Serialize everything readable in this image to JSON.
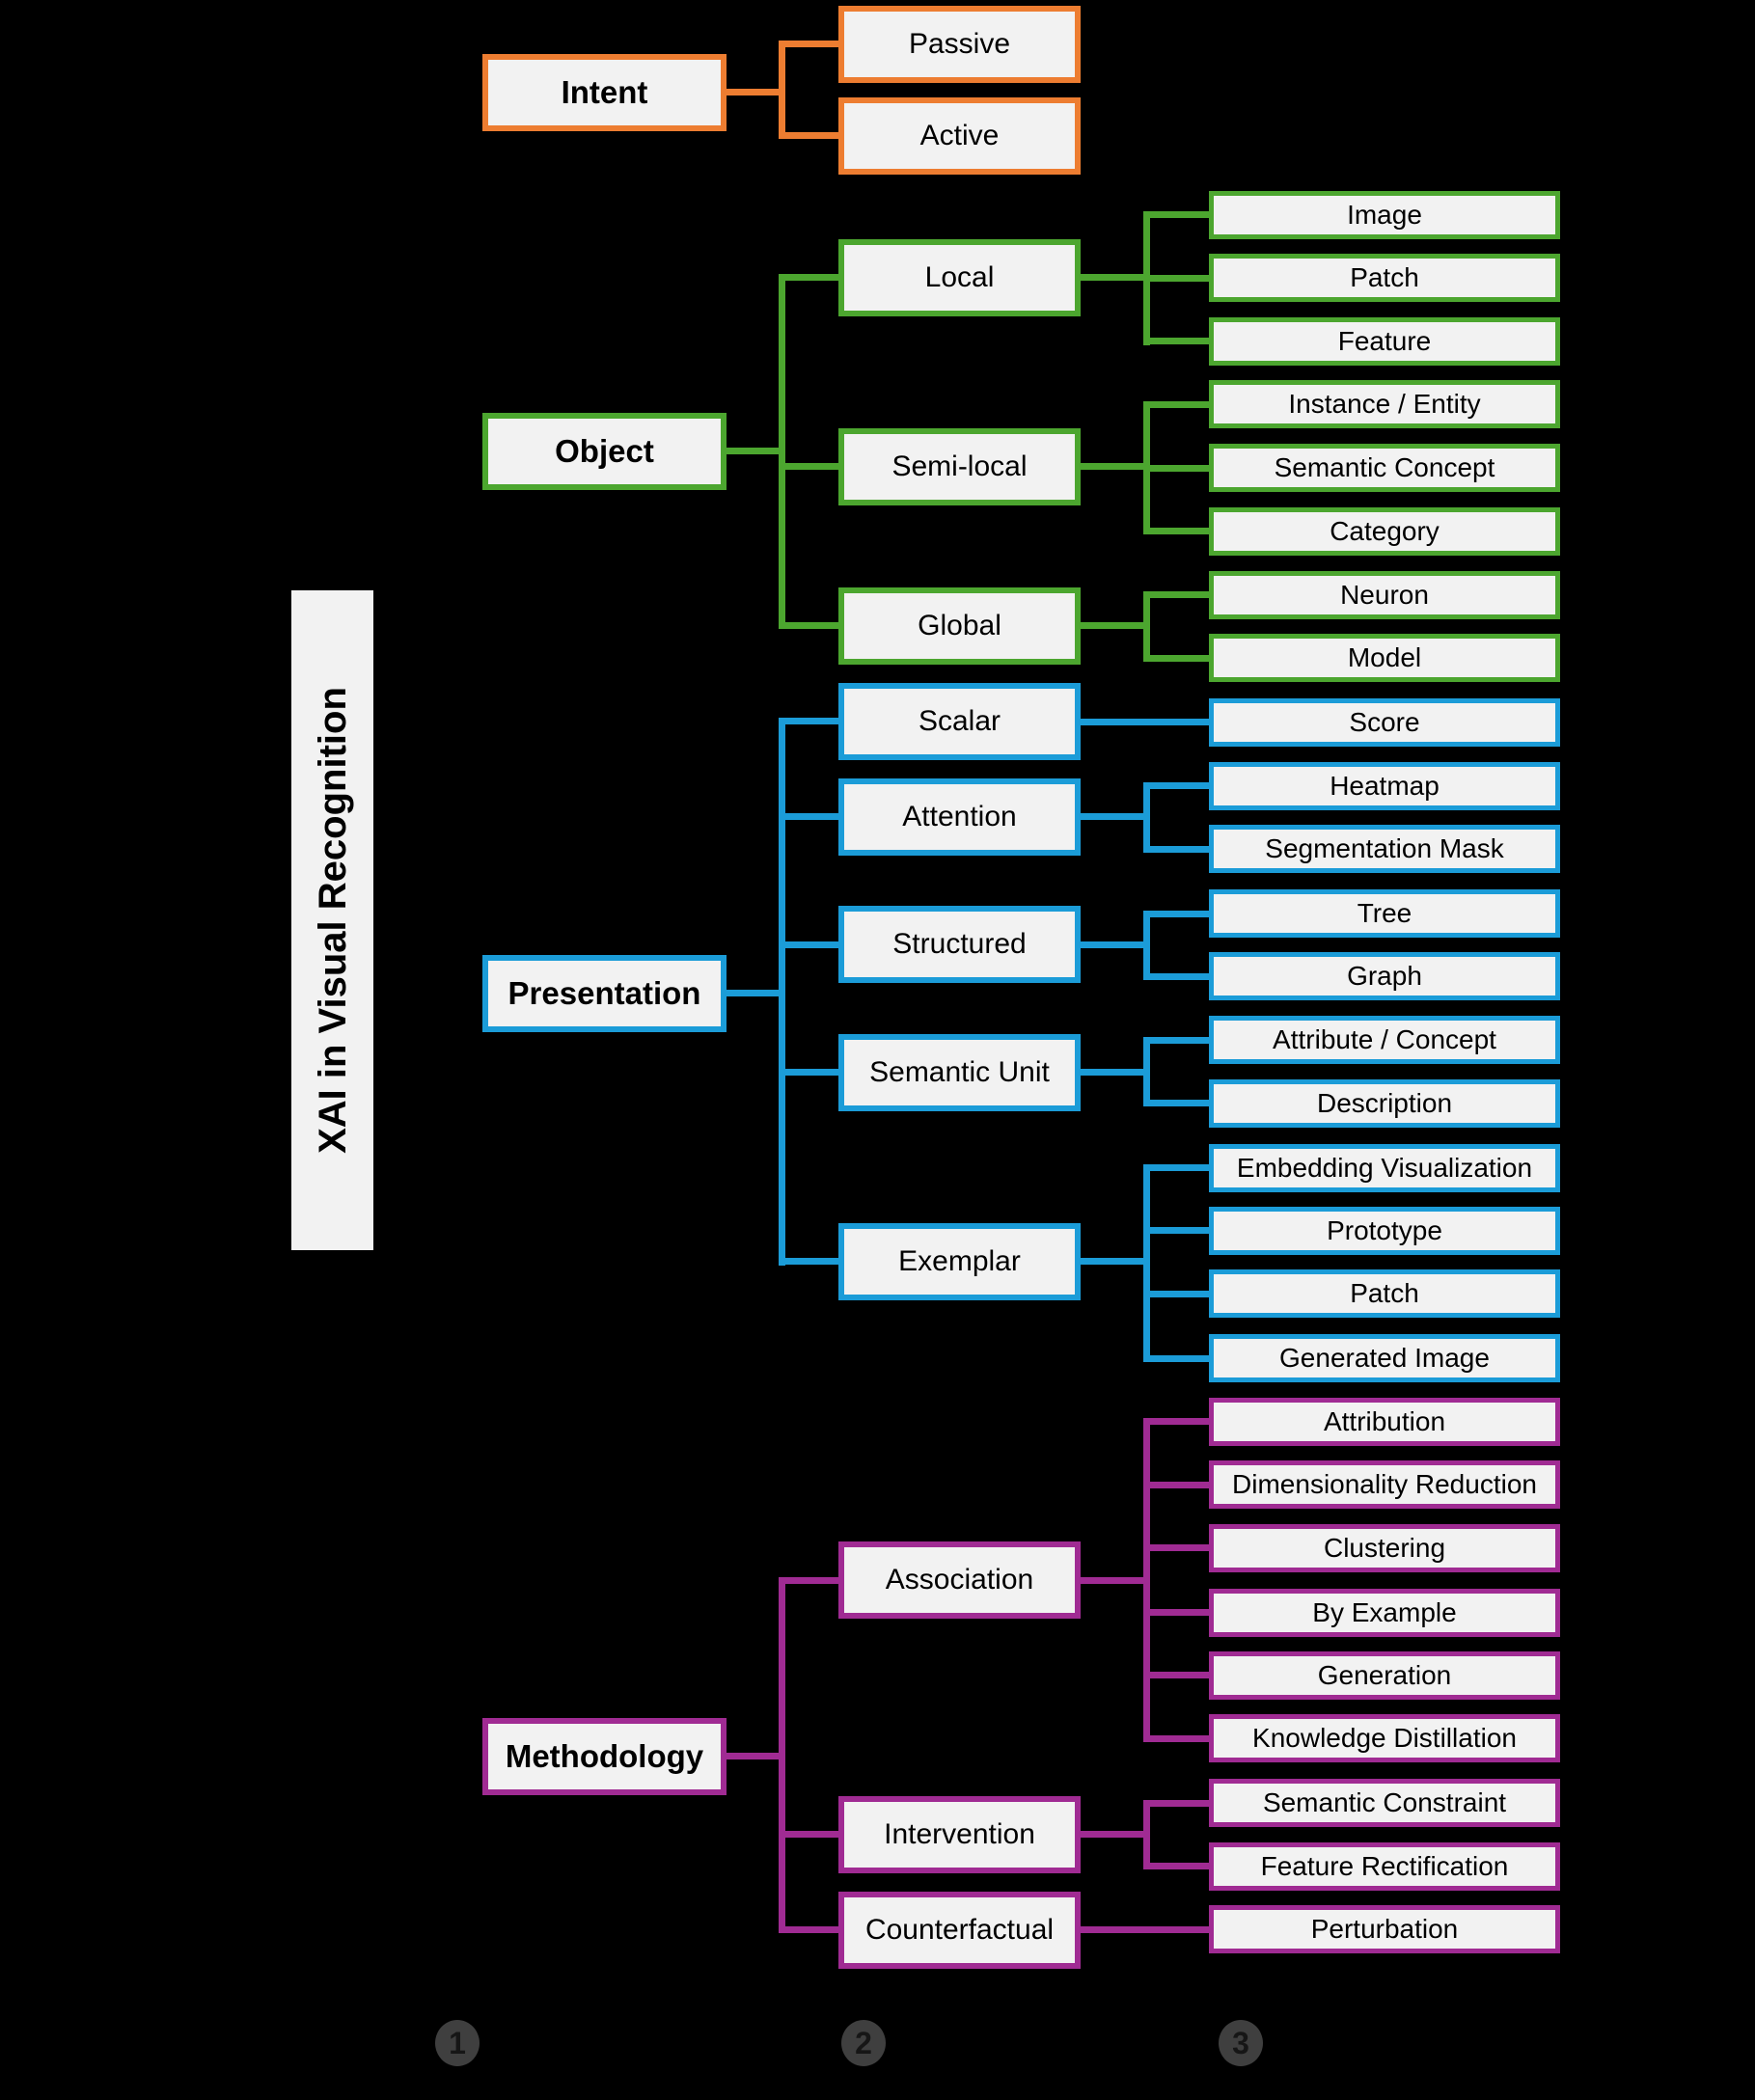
{
  "colors": {
    "orange": "#ED7D31",
    "green": "#4CA62F",
    "blue": "#1B9CD8",
    "magenta": "#A02B93",
    "box_fill": "#F2F2F2",
    "background": "#000000",
    "marker_fill": "#3F3F3F",
    "text": "#000000"
  },
  "tree": {
    "root": {
      "label": "XAI in Visual Recognition"
    },
    "branches": [
      {
        "label": "Intent",
        "color": "#ED7D31",
        "children": [
          {
            "label": "Passive"
          },
          {
            "label": "Active"
          }
        ]
      },
      {
        "label": "Object",
        "color": "#4CA62F",
        "children": [
          {
            "label": "Local",
            "children": [
              {
                "label": "Image"
              },
              {
                "label": "Patch"
              },
              {
                "label": "Feature"
              }
            ]
          },
          {
            "label": "Semi-local",
            "children": [
              {
                "label": "Instance / Entity"
              },
              {
                "label": "Semantic Concept"
              },
              {
                "label": "Category"
              }
            ]
          },
          {
            "label": "Global",
            "children": [
              {
                "label": "Neuron"
              },
              {
                "label": "Model"
              }
            ]
          }
        ]
      },
      {
        "label": "Presentation",
        "color": "#1B9CD8",
        "children": [
          {
            "label": "Scalar",
            "children": [
              {
                "label": "Score"
              }
            ]
          },
          {
            "label": "Attention",
            "children": [
              {
                "label": "Heatmap"
              },
              {
                "label": "Segmentation Mask"
              }
            ]
          },
          {
            "label": "Structured",
            "children": [
              {
                "label": "Tree"
              },
              {
                "label": "Graph"
              }
            ]
          },
          {
            "label": "Semantic Unit",
            "children": [
              {
                "label": "Attribute / Concept"
              },
              {
                "label": "Description"
              }
            ]
          },
          {
            "label": "Exemplar",
            "children": [
              {
                "label": "Embedding Visualization"
              },
              {
                "label": "Prototype"
              },
              {
                "label": "Patch"
              },
              {
                "label": "Generated Image"
              }
            ]
          }
        ]
      },
      {
        "label": "Methodology",
        "color": "#A02B93",
        "children": [
          {
            "label": "Association",
            "children": [
              {
                "label": "Attribution"
              },
              {
                "label": "Dimensionality Reduction"
              },
              {
                "label": "Clustering"
              },
              {
                "label": "By Example"
              },
              {
                "label": "Generation"
              },
              {
                "label": "Knowledge Distillation"
              }
            ]
          },
          {
            "label": "Intervention",
            "children": [
              {
                "label": "Semantic Constraint"
              },
              {
                "label": "Feature Rectification"
              }
            ]
          },
          {
            "label": "Counterfactual",
            "children": [
              {
                "label": "Perturbation"
              }
            ]
          }
        ]
      }
    ]
  },
  "level_markers": [
    {
      "label": "1"
    },
    {
      "label": "2"
    },
    {
      "label": "3"
    }
  ]
}
